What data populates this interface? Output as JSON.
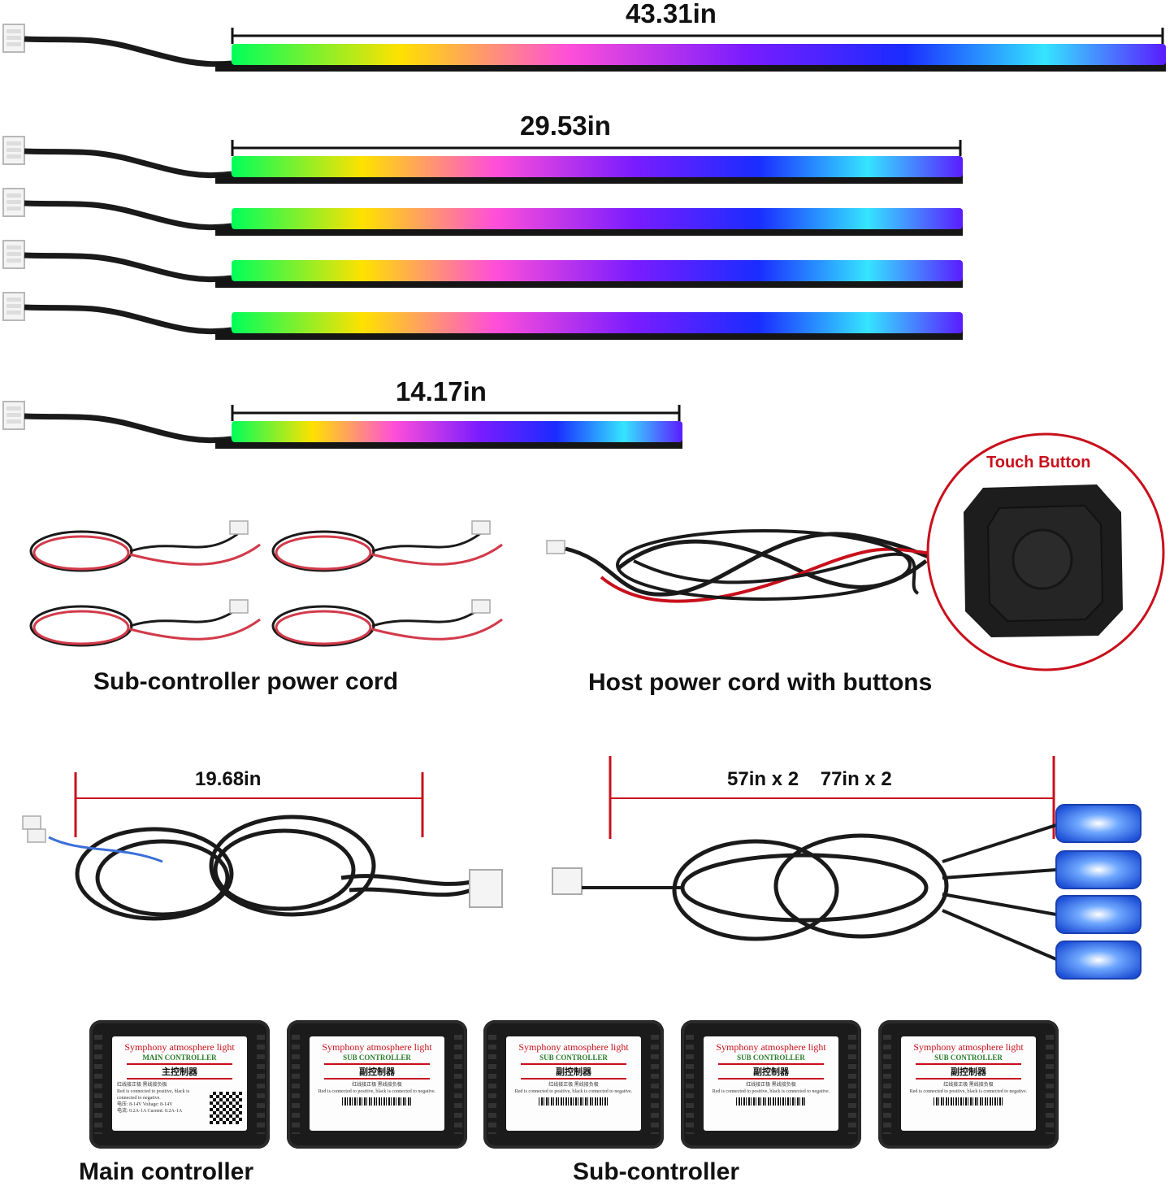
{
  "dimensions": {
    "strip_1": "43.31in",
    "strip_2": "29.53in",
    "strip_3": "14.17in",
    "main_cable": "19.68in",
    "footwell_cables": "57in x 2    77in x 2"
  },
  "labels": {
    "touch_button": "Touch Button",
    "sub_power_cord": "Sub-controller power cord",
    "host_power_cord": "Host power cord with buttons",
    "main_controller": "Main controller",
    "sub_controller": "Sub-controller"
  },
  "main_tag": {
    "title": "Symphony atmosphere light",
    "subtitle": "MAIN CONTROLLER",
    "cn": "主控制器",
    "line1": "红线接正极 黑线接负极",
    "line2": "Red is connected to positive, black is connected to negative.",
    "line3": "电压: 8-14V  Voltage: 8-14V",
    "line4": "电流: 0.2A-1A  Current: 0.2A-1A"
  },
  "sub_tag": {
    "title": "Symphony atmosphere light",
    "subtitle": "SUB CONTROLLER",
    "cn": "副控制器",
    "line1": "红线接正极 黑线接负极",
    "line2": "Red is connected to positive, black is connected to negative."
  },
  "colors": {
    "rgb_gradient": [
      "#00ff5a",
      "#ffe100",
      "#ff4fd8",
      "#7a1cff",
      "#1a2cff",
      "#35e4ff",
      "#5a1cff"
    ],
    "red_accent": "#c8101c"
  }
}
